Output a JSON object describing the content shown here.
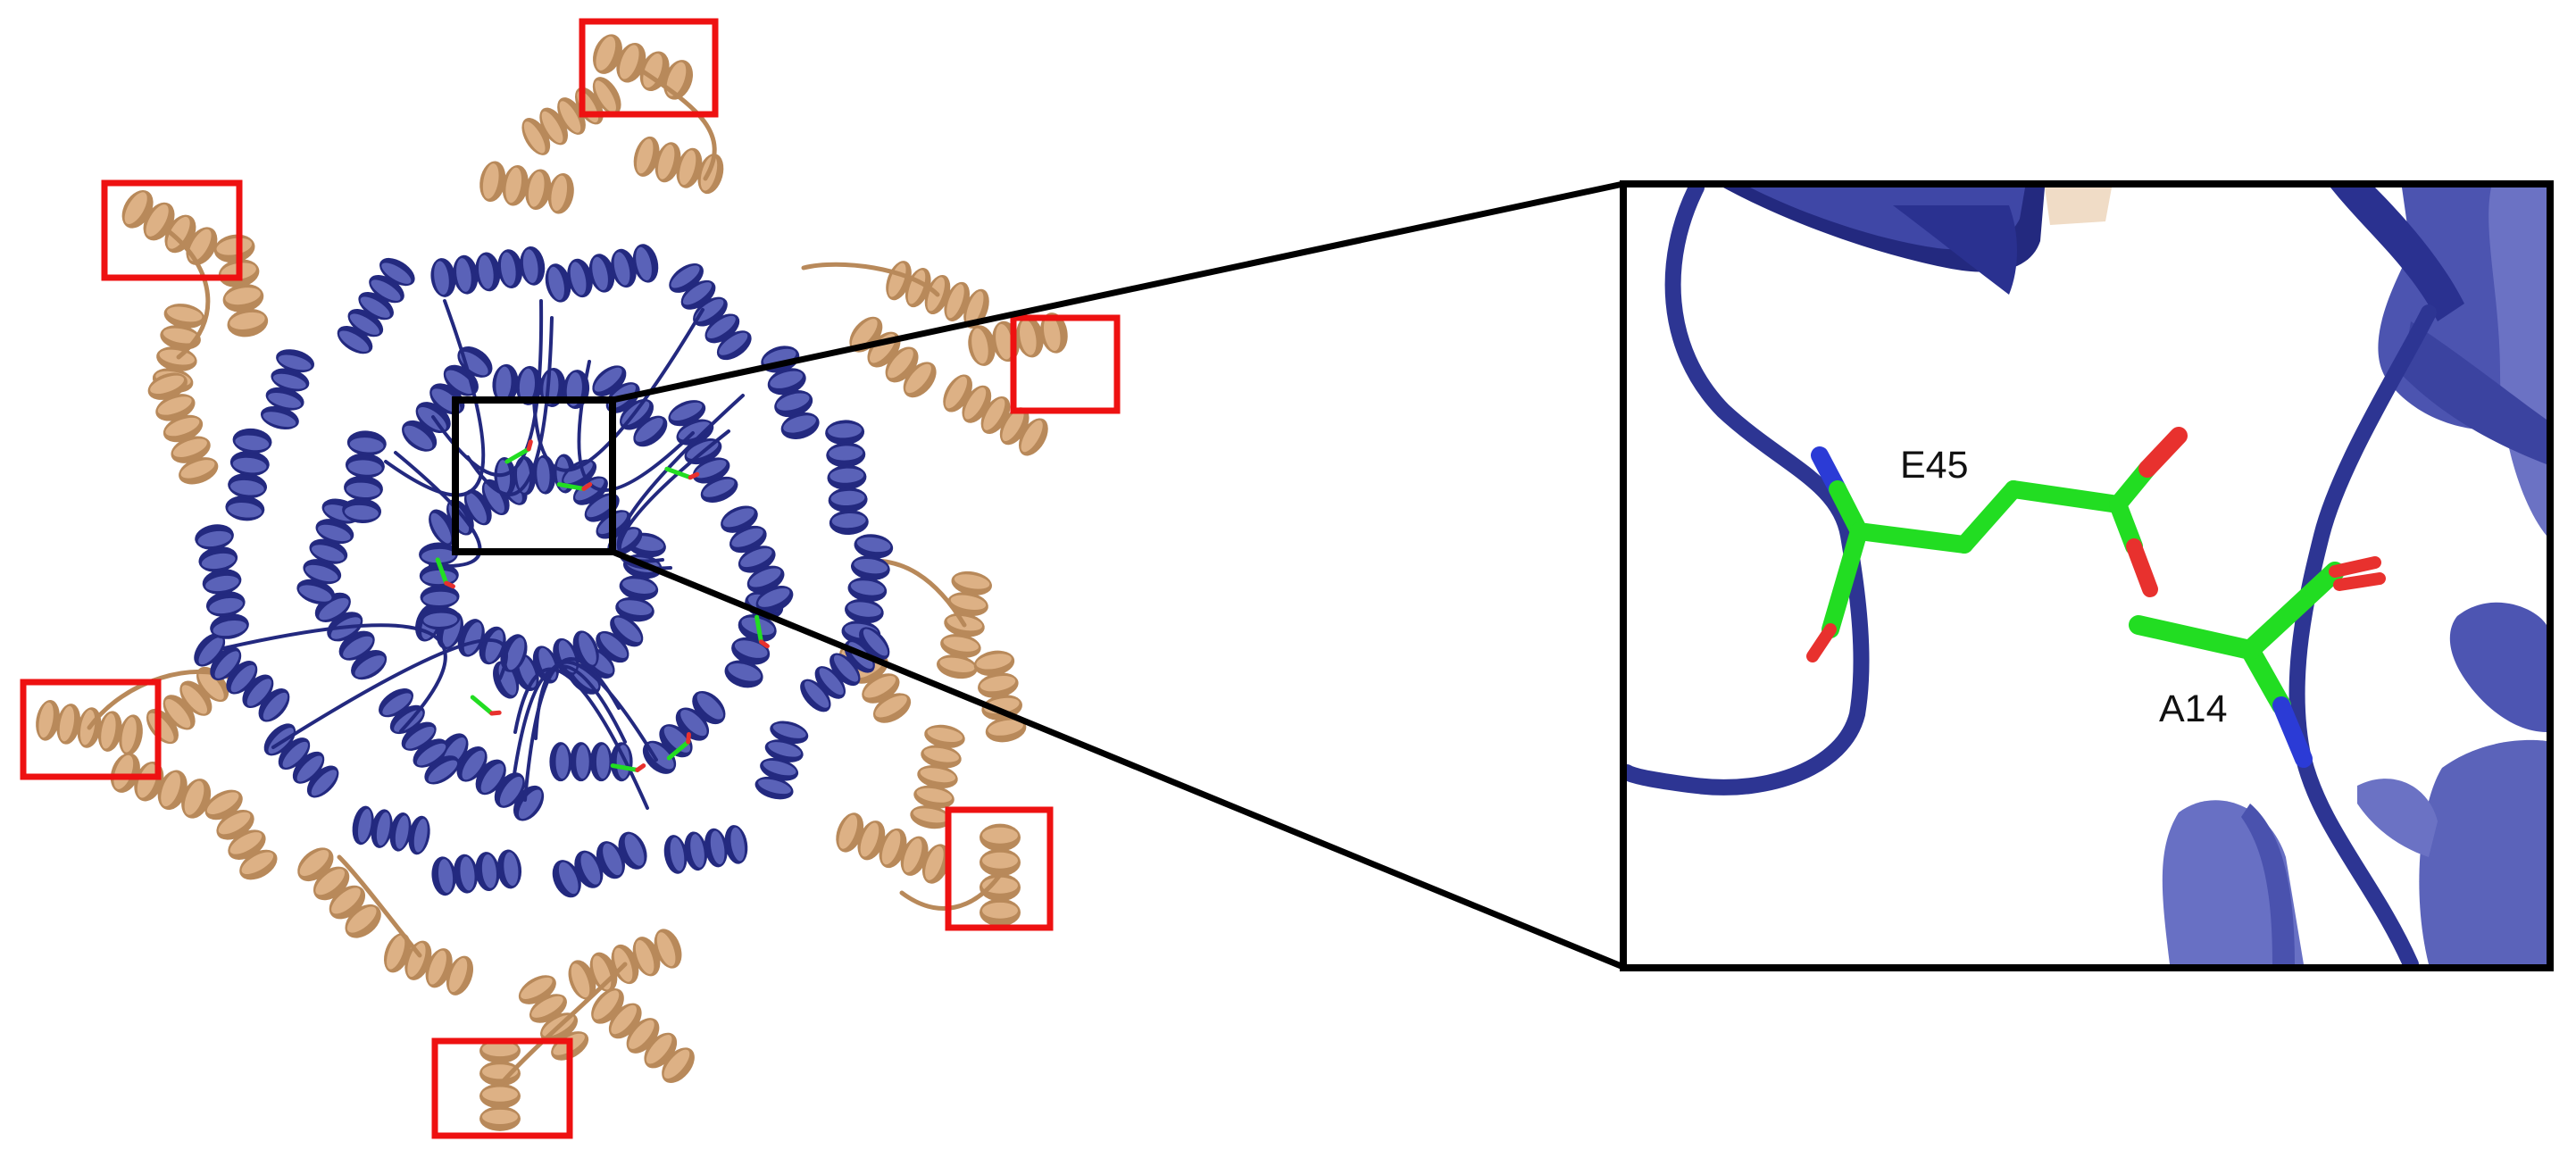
{
  "figure": {
    "overview_panel": "protein-oligomer-overview",
    "zoom_panel": "e45-a14-interface-zoom"
  },
  "labels": {
    "residue_e": "E45",
    "residue_a": "A14"
  },
  "colors": {
    "core_helix": "#23297f",
    "core_helix_light": "#5a62b8",
    "peripheral_helix": "#ddb185",
    "peripheral_helix_dark": "#b8895a",
    "carbon": "#22dd22",
    "oxygen": "#e8312e",
    "nitrogen": "#2b3bd6",
    "highlight_box": "#ee1111",
    "zoom_box": "#000000",
    "background": "#ffffff"
  },
  "icons": {
    "peripheral_helix": "helix-icon",
    "highlight_box": "red-square-icon"
  }
}
